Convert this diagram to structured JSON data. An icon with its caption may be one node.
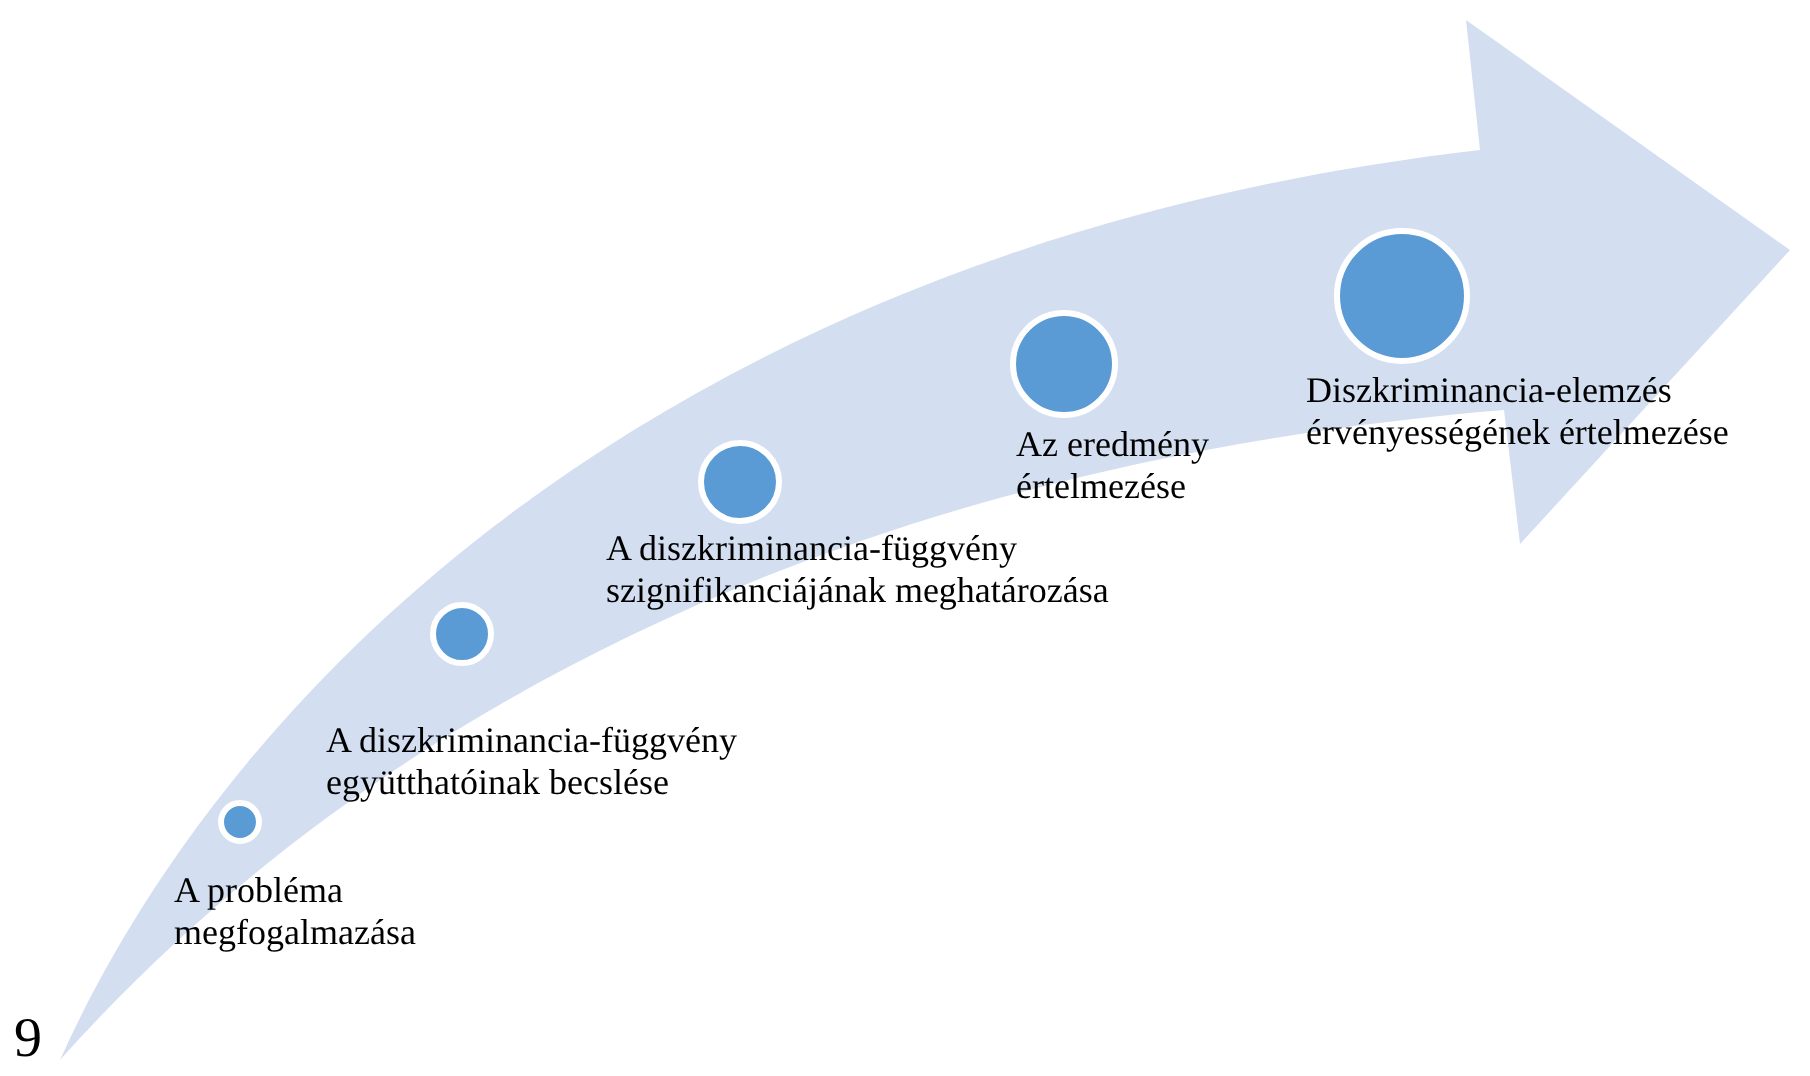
{
  "diagram": {
    "nodes": [
      {
        "text": [],
        "shape": "circle",
        "beside": [
          "A probléma megfogalmazása"
        ]
      },
      {
        "text": [],
        "shape": "circle",
        "beside": [
          "A diszkriminancia-függvény együtthatóinak becslése"
        ]
      },
      {
        "text": [],
        "shape": "circle",
        "beside": [
          "A diszkriminancia-függvény szignifikanciájának meghatározása"
        ]
      },
      {
        "text": [],
        "shape": "circle",
        "beside": [
          "Az eredmény értelmezése"
        ]
      },
      {
        "text": [],
        "shape": "circle",
        "beside": [
          "Diszkriminancia-elemzés érvényességének értelmezése"
        ]
      }
    ],
    "labels": [
      "9"
    ]
  }
}
